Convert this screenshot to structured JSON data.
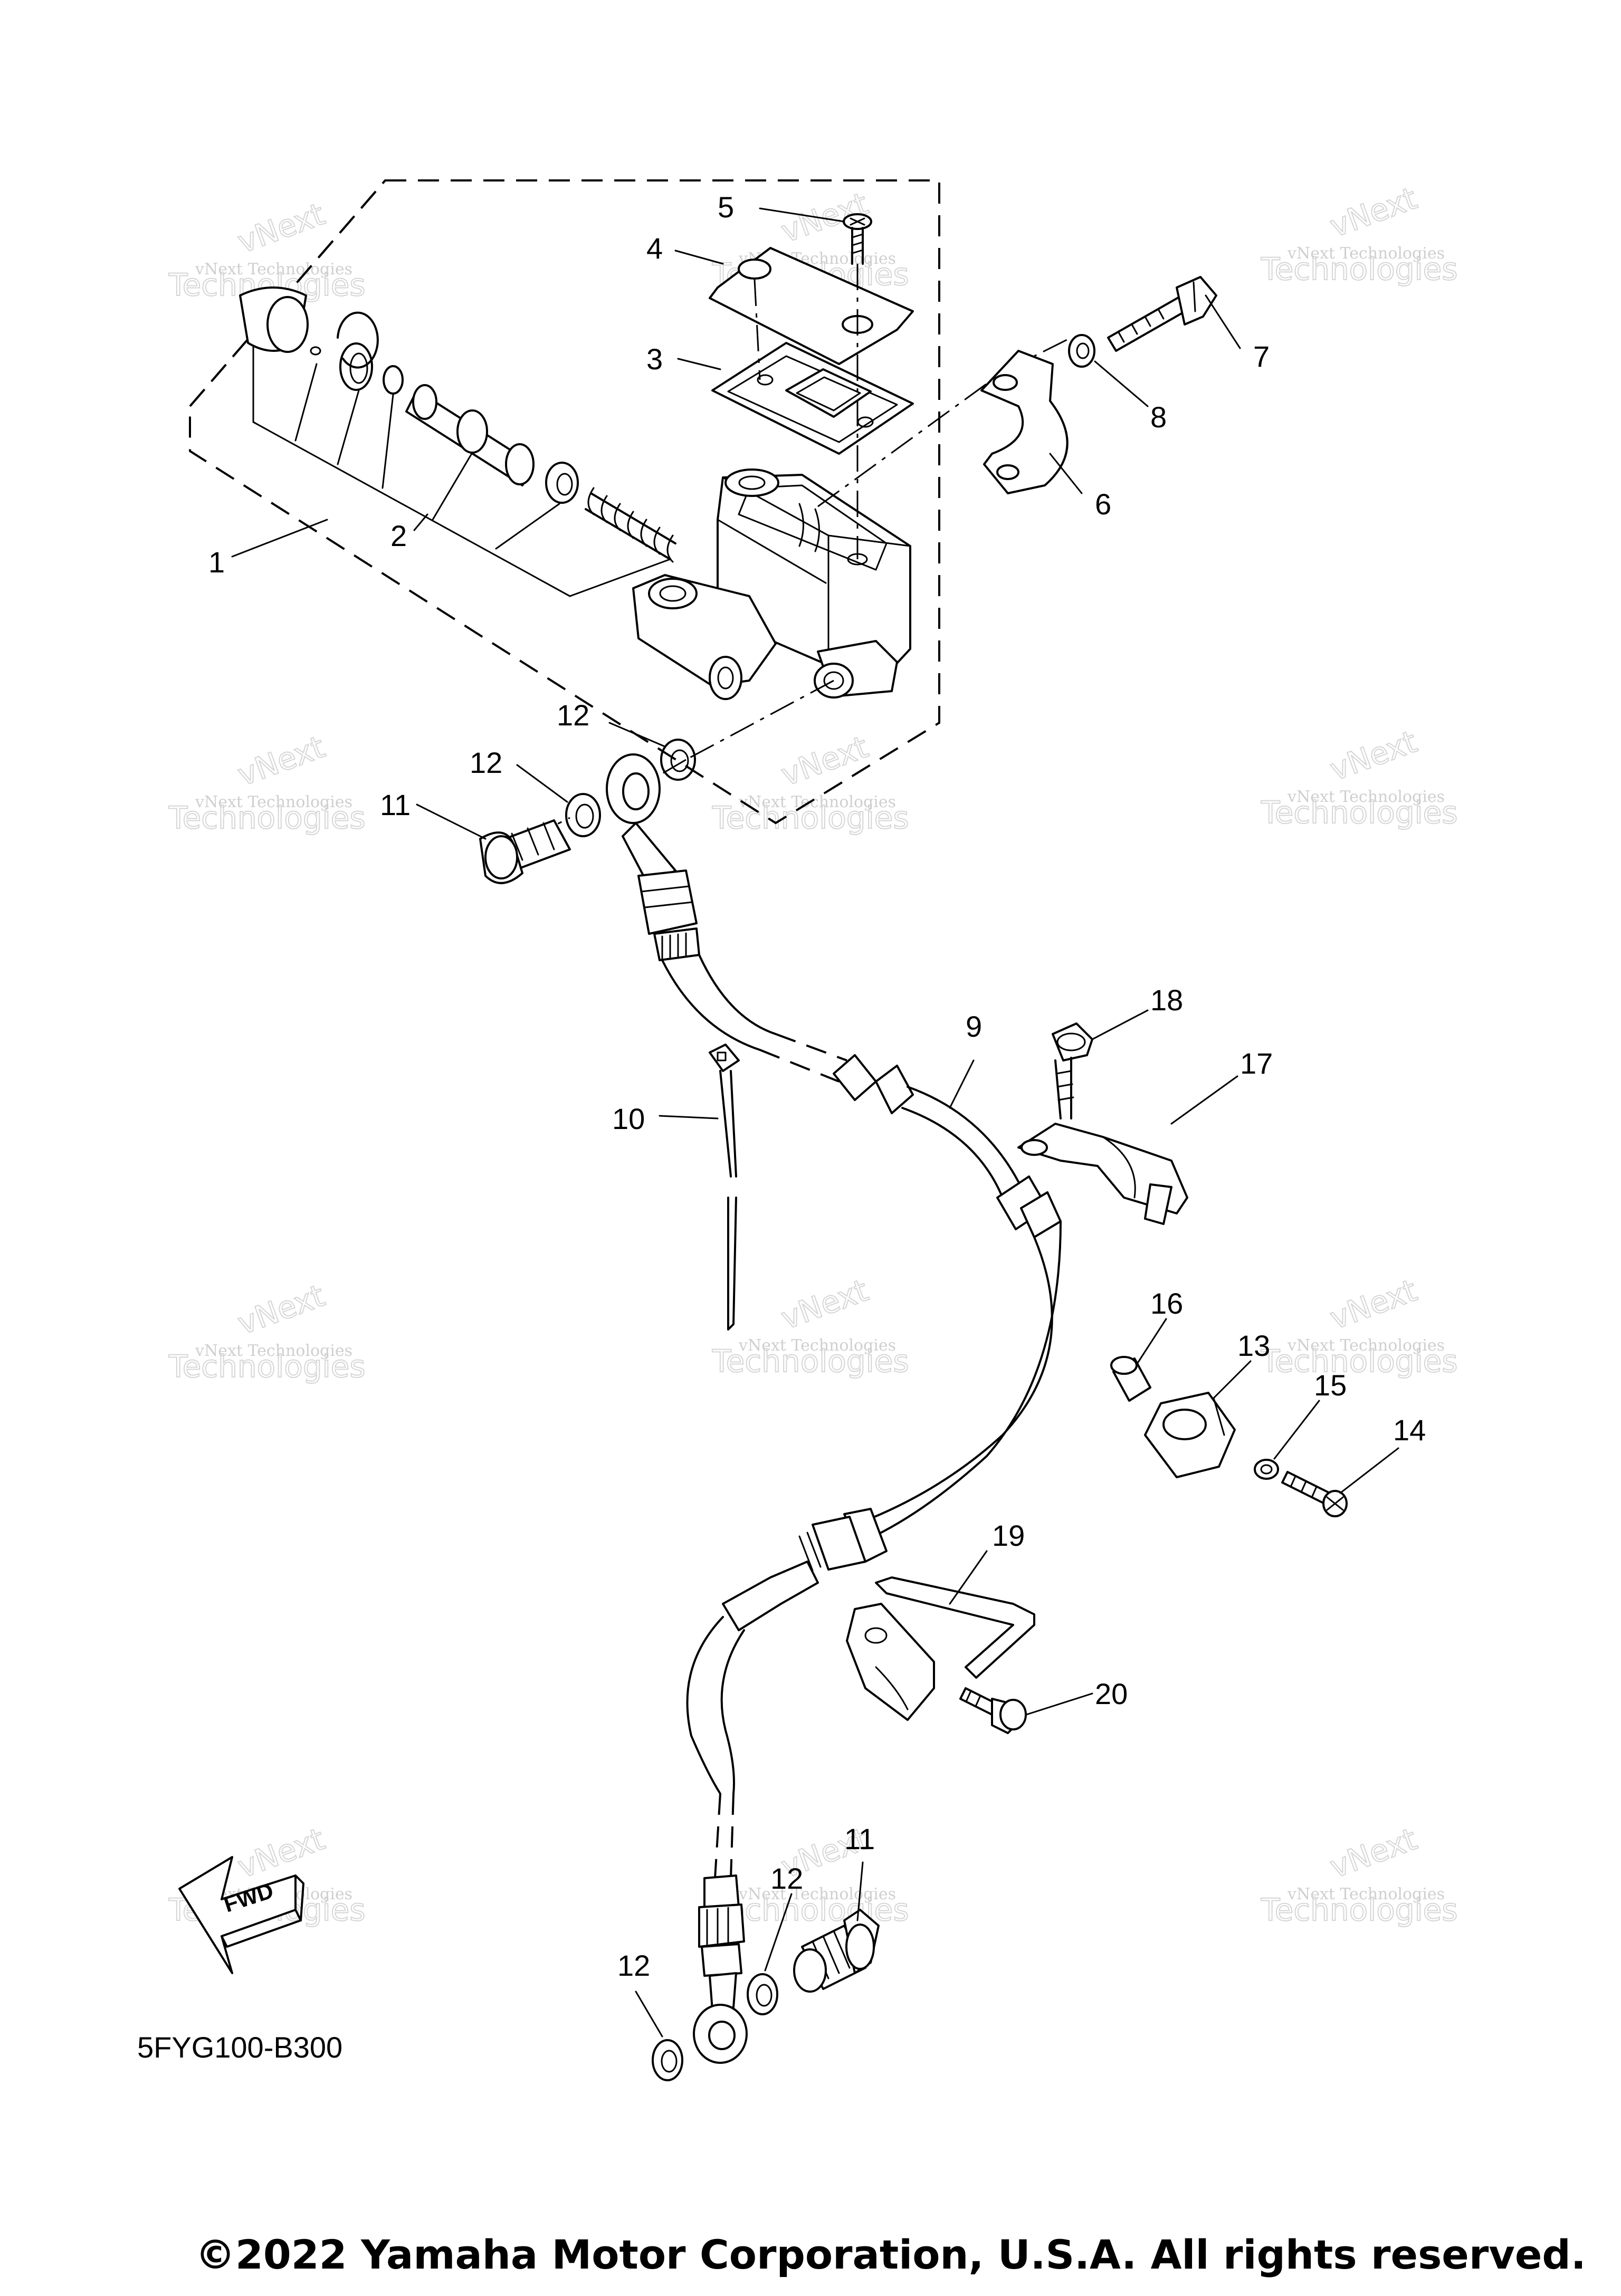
{
  "callouts": {
    "c1": "1",
    "c2": "2",
    "c3": "3",
    "c4": "4",
    "c5": "5",
    "c6": "6",
    "c7": "7",
    "c8": "8",
    "c9": "9",
    "c10": "10",
    "c11a": "11",
    "c11b": "11",
    "c12a": "12",
    "c12b": "12",
    "c12c": "12",
    "c12d": "12",
    "c13": "13",
    "c14": "14",
    "c15": "15",
    "c16": "16",
    "c17": "17",
    "c18": "18",
    "c19": "19",
    "c20": "20"
  },
  "watermark": {
    "line1": "vNext Technologies",
    "line2": "vNext",
    "line3": "Technologies"
  },
  "fwd_label": "FWD",
  "diagram_code": "5FYG100-B300",
  "copyright": "©2022 Yamaha Motor Corporation, U.S.A. All rights reserved."
}
